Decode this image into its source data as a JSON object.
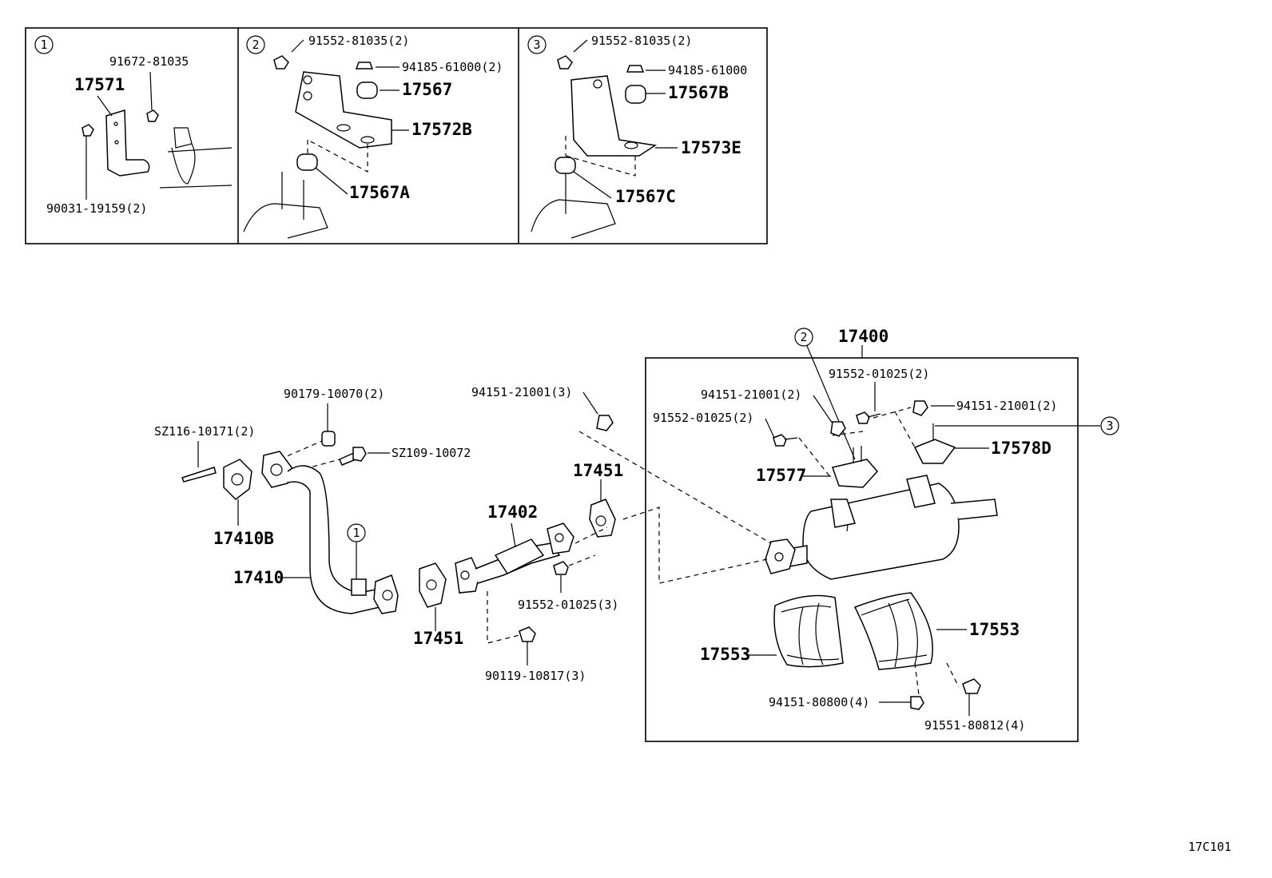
{
  "diagram_code": "17C101",
  "detail_boxes": [
    {
      "ref": "1",
      "labels": [
        "91672-81035",
        "17571",
        "90031-19159(2)"
      ]
    },
    {
      "ref": "2",
      "labels": [
        "91552-81035(2)",
        "94185-61000(2)",
        "17567",
        "17572B",
        "17567A"
      ]
    },
    {
      "ref": "3",
      "labels": [
        "91552-81035(2)",
        "94185-61000",
        "17567B",
        "17573E",
        "17567C"
      ]
    }
  ],
  "main_labels": {
    "l_17400": "17400",
    "l_91552_01025_2a": "91552-01025(2)",
    "l_94151_21001_2a": "94151-21001(2)",
    "l_91552_01025_2b": "91552-01025(2)",
    "l_94151_21001_2b": "94151-21001(2)",
    "l_17578D": "17578D",
    "l_17577": "17577",
    "l_94151_21001_3": "94151-21001(3)",
    "l_90179_10070_2": "90179-10070(2)",
    "l_SZ116_10171_2": "SZ116-10171(2)",
    "l_SZ109_10072": "SZ109-10072",
    "l_17410B": "17410B",
    "l_17410": "17410",
    "l_17451a": "17451",
    "l_17451b": "17451",
    "l_17402": "17402",
    "l_91552_01025_3": "91552-01025(3)",
    "l_90119_10817_3": "90119-10817(3)",
    "l_17553a": "17553",
    "l_17553b": "17553",
    "l_94151_80800_4": "94151-80800(4)",
    "l_91551_80812_4": "91551-80812(4)"
  },
  "callouts": {
    "c2_main": "2",
    "c3_main": "3",
    "c1_main": "1"
  }
}
